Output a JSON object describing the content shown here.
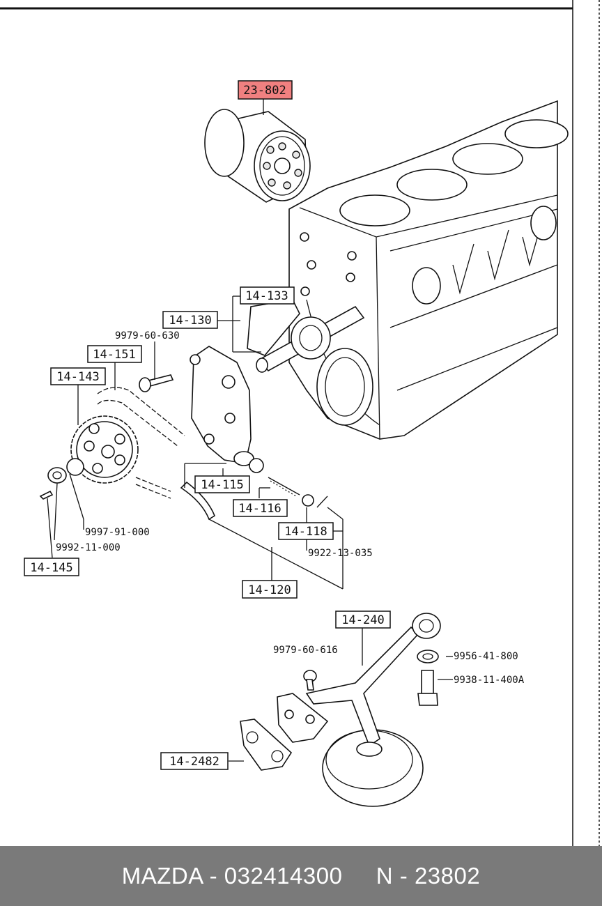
{
  "diagram": {
    "parts": {
      "oil_filter": "23-802",
      "p14_133": "14-133",
      "p14_130": "14-130",
      "p9979_60_630": "9979-60-630",
      "p14_151": "14-151",
      "p14_143": "14-143",
      "p14_115": "14-115",
      "p14_116": "14-116",
      "p14_118": "14-118",
      "p9922_13_035": "9922-13-035",
      "p9997_91_000": "9997-91-000",
      "p9992_11_000": "9992-11-000",
      "p14_145": "14-145",
      "p14_120": "14-120",
      "p14_240": "14-240",
      "p9979_60_616": "9979-60-616",
      "p9956_41_800": "9956-41-800",
      "p9938_11_400A": "9938-11-400A",
      "p14_2482": "14-2482"
    },
    "highlight_color": "#f08080"
  },
  "footer": {
    "text": "MAZDA - 032414300     N - 23802"
  }
}
